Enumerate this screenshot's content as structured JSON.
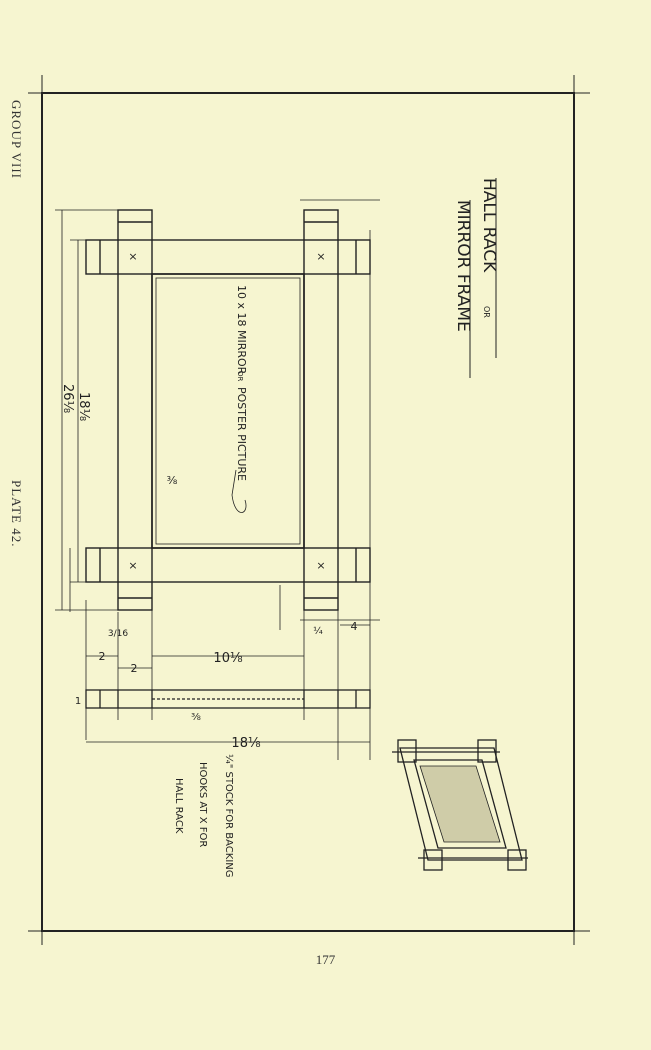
{
  "header": {
    "group": "GROUP VIII",
    "plate": "PLATE 42."
  },
  "drawing": {
    "title_line1": "HALL RACK",
    "title_or": "OR",
    "title_line2": "MIRROR FRAME",
    "mirror_note_a": "10 x 18 MIRROR",
    "mirror_note_or": "OR",
    "mirror_note_b": "POSTER PICTURE",
    "note_backing": "¼\" STOCK FOR BACKING",
    "note_hooks": "HOOKS AT X FOR",
    "note_hall_rack": "HALL RACK",
    "x_mark": "×"
  },
  "dimensions": {
    "overall_width": "18⅛",
    "overall_height": "26⅛",
    "inner_height": "18⅛",
    "inner_width": "10⅛",
    "rail_width": "2",
    "stile_width": "2",
    "rabbet": "⅜",
    "rabbet_small": "3/16",
    "tenon_end": "¼",
    "projection": "4",
    "stock_thickness": "1",
    "bottom_width": "18⅛",
    "section_depth": "⅜"
  },
  "footer": {
    "page_number": "177"
  }
}
